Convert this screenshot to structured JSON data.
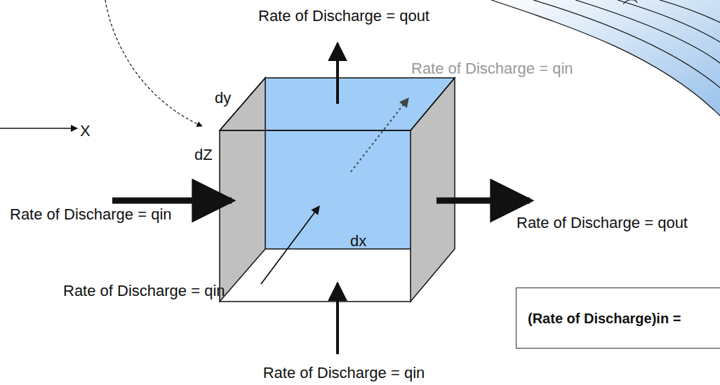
{
  "diagram": {
    "nodes": [
      {
        "text": [
          "(Rate of Discharge)in ="
        ]
      }
    ],
    "edges": [],
    "labels": [
      "Rate of Discharge = qout",
      "Rate of Discharge = qin",
      "dy",
      "X",
      "dZ",
      "Rate of Discharge = qin",
      "dx",
      "Rate of Discharge = qout",
      "Rate of Discharge = qin",
      "Rate of Discharge = qin"
    ]
  }
}
